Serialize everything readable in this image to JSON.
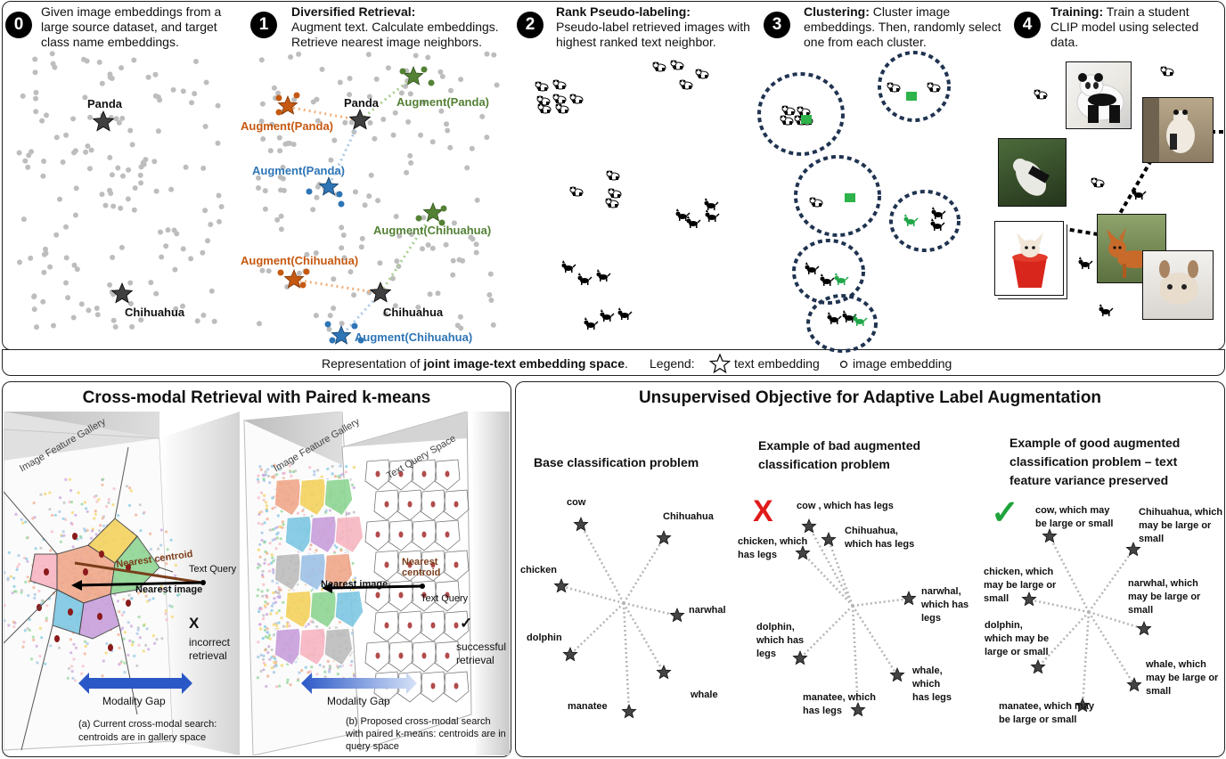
{
  "top_panel": {
    "steps": [
      {
        "num": "0",
        "title": "",
        "text": "Given image embeddings from a large source dataset, and target class name embeddings."
      },
      {
        "num": "1",
        "title": "Diversified Retrieval:",
        "text": "Augment text. Calculate embeddings. Retrieve nearest image neighbors."
      },
      {
        "num": "2",
        "title": "Rank Pseudo-labeling:",
        "text": "Pseudo-label retrieved images with highest ranked text neighbor."
      },
      {
        "num": "3",
        "title": "Clustering:",
        "text": "Cluster image embeddings. Then, randomly select one from each cluster."
      },
      {
        "num": "4",
        "title": "Training:",
        "text": "Train a student CLIP model using selected data."
      }
    ],
    "labels": {
      "panda": "Panda",
      "chihuahua": "Chihuahua",
      "augment_prefix": "Augment(",
      "augment_suffix": ")",
      "aug_panda_orange": "Augment(Panda)",
      "aug_panda_blue": "Augment(Panda)",
      "aug_panda_green": "Augment(Panda)",
      "aug_chi_orange": "Augment(Chihuahua)",
      "aug_chi_blue": "Augment(Chihuahua)",
      "aug_chi_green": "Augment(Chihuahua)"
    },
    "legend": {
      "prefix": "Representation of ",
      "bold": "joint image-text embedding space",
      "suffix": ".",
      "legend_label": "Legend:",
      "text_embedding": "text embedding",
      "image_embedding": "image embedding"
    }
  },
  "bottom_left": {
    "title": "Cross-modal Retrieval with Paired k-means",
    "gallery_label_a": "Image Feature Gallery",
    "gallery_label_b": "Image Feature Gallery",
    "text_query_space": "Text Query Space",
    "nearest_centroid_a": "Nearest centroid",
    "nearest_image_a": "Nearest image",
    "text_query_a": "Text Query",
    "nearest_centroid_b": "Nearest centroid",
    "nearest_image_b": "Nearest image",
    "text_query_b": "Text Query",
    "mark_x": "X",
    "incorrect": "incorrect retrieval",
    "mark_check": "✓",
    "successful": "successful retrieval",
    "modality_gap_a": "Modality Gap",
    "modality_gap_b": "Modality Gap",
    "caption_a": "(a) Current cross-modal search: centroids are in gallery space",
    "caption_b": "(b) Proposed cross-modal search with paired k-means: centroids are in query space"
  },
  "bottom_right": {
    "title": "Unsupervised Objective for Adaptive Label Augmentation",
    "col1_title": "Base classification problem",
    "col2_title": "Example of bad augmented classification problem",
    "col3_title": "Example of good augmented classification problem – text feature variance preserved",
    "bad_mark": "X",
    "good_mark": "✓",
    "col1_labels": [
      "cow",
      "Chihuahua",
      "chicken",
      "narwhal",
      "dolphin",
      "whale",
      "manatee"
    ],
    "col2_labels": [
      "cow , which has legs",
      "Chihuahua, which has legs",
      "chicken, which has legs",
      "narwhal, which has legs",
      "dolphin, which has legs",
      "whale, which has legs",
      "manatee, which has legs"
    ],
    "col3_labels": [
      "cow, which may be large or small",
      "Chihuahua, which may be large or small",
      "chicken, which may be large or small",
      "narwhal, which may be large or small",
      "dolphin, which may be large or small",
      "whale, which may be large or small",
      "manatee, which may be large or small"
    ]
  }
}
